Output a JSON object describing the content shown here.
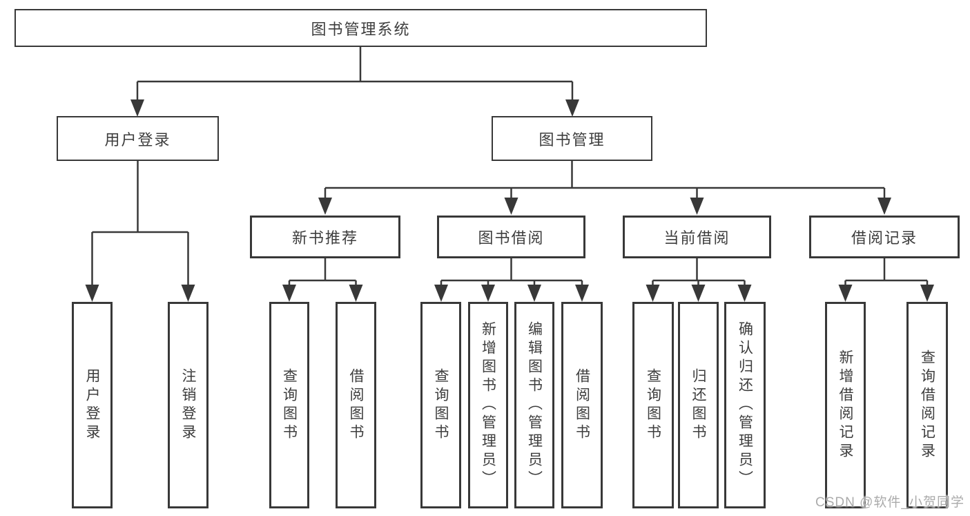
{
  "diagram_type": "hierarchy-tree",
  "tree": {
    "label": "图书管理系统",
    "children": [
      {
        "label": "用户登录",
        "children": [
          {
            "label": "用户登录"
          },
          {
            "label": "注销登录"
          }
        ]
      },
      {
        "label": "图书管理",
        "children": [
          {
            "label": "新书推荐",
            "children": [
              {
                "label": "查询图书"
              },
              {
                "label": "借阅图书"
              }
            ]
          },
          {
            "label": "图书借阅",
            "children": [
              {
                "label": "查询图书"
              },
              {
                "label": "新增图书（管理员）"
              },
              {
                "label": "编辑图书（管理员）"
              },
              {
                "label": "借阅图书"
              }
            ]
          },
          {
            "label": "当前借阅",
            "children": [
              {
                "label": "查询图书"
              },
              {
                "label": "归还图书"
              },
              {
                "label": "确认归还（管理员）"
              }
            ]
          },
          {
            "label": "借阅记录",
            "children": [
              {
                "label": "新增借阅记录"
              },
              {
                "label": "查询借阅记录"
              }
            ]
          }
        ]
      }
    ]
  },
  "watermark": {
    "text": "CSDN @软件_小贺同学"
  },
  "colors": {
    "line": "#383838",
    "text": "#3d3d3d",
    "background": "#ffffff",
    "watermark": "#ababab"
  }
}
